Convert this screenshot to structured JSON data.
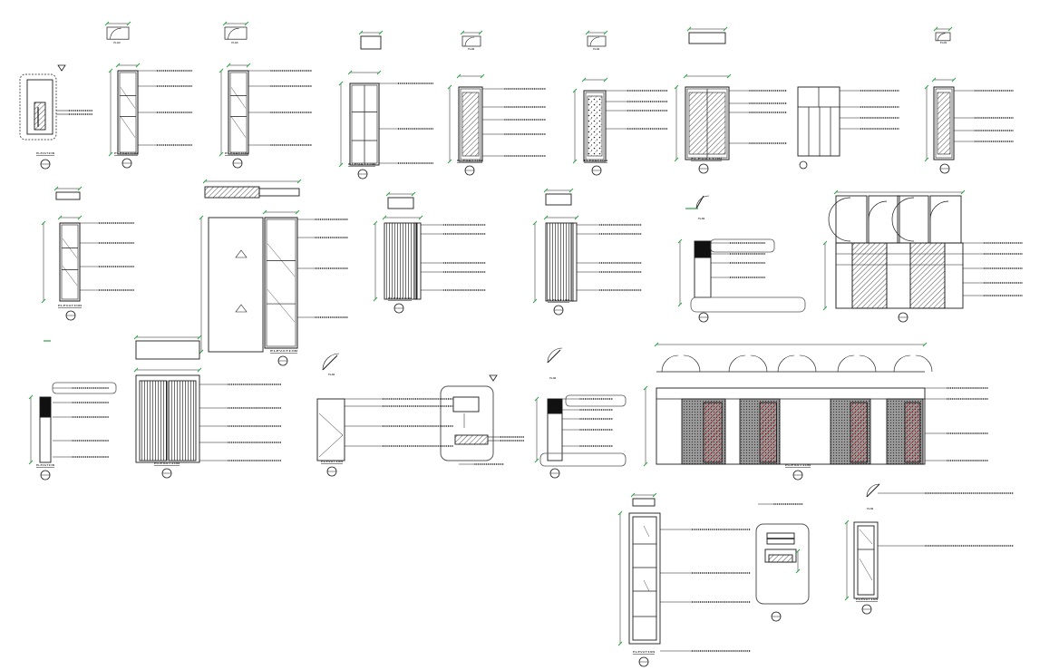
{
  "drawing": {
    "type": "door and window elevation sheet",
    "colors": {
      "line": "#1a1a1a",
      "dimension_green": "#2ea043",
      "hatch_red": "#d00000",
      "callout": "#555555"
    }
  },
  "notes": {
    "elevation": "ELEVATION",
    "plan": "PLAN"
  },
  "details": [
    {
      "id": "d1",
      "kind": "elevation-with-callout"
    },
    {
      "id": "d2",
      "kind": "door-elevation"
    },
    {
      "id": "d3",
      "kind": "door-elevation"
    },
    {
      "id": "d4",
      "kind": "glazed-door-elevation"
    },
    {
      "id": "d5",
      "kind": "hatched-door-elevation"
    },
    {
      "id": "d6",
      "kind": "stone-door-elevation"
    },
    {
      "id": "d7",
      "kind": "double-glazed-door-elevation"
    },
    {
      "id": "d8",
      "kind": "partition-elevation"
    },
    {
      "id": "d9",
      "kind": "hatched-door-elevation"
    },
    {
      "id": "d10",
      "kind": "door-elevation"
    },
    {
      "id": "d11",
      "kind": "sliding-panel-elevation"
    },
    {
      "id": "d12",
      "kind": "louvered-door-elevation"
    },
    {
      "id": "d13",
      "kind": "louvered-door-elevation"
    },
    {
      "id": "d14",
      "kind": "section-callout"
    },
    {
      "id": "d15",
      "kind": "multi-leaf-elevation"
    },
    {
      "id": "d16",
      "kind": "section-detail"
    },
    {
      "id": "d17",
      "kind": "double-louvered-elevation"
    },
    {
      "id": "d18",
      "kind": "swing-door-elevation"
    },
    {
      "id": "d19",
      "kind": "callout-detail"
    },
    {
      "id": "d20",
      "kind": "section-detail"
    },
    {
      "id": "d21",
      "kind": "storefront-elevation"
    },
    {
      "id": "d22",
      "kind": "tall-glazed-elevation"
    },
    {
      "id": "d23",
      "kind": "panel-callout"
    },
    {
      "id": "d24",
      "kind": "narrow-door-elevation"
    }
  ]
}
